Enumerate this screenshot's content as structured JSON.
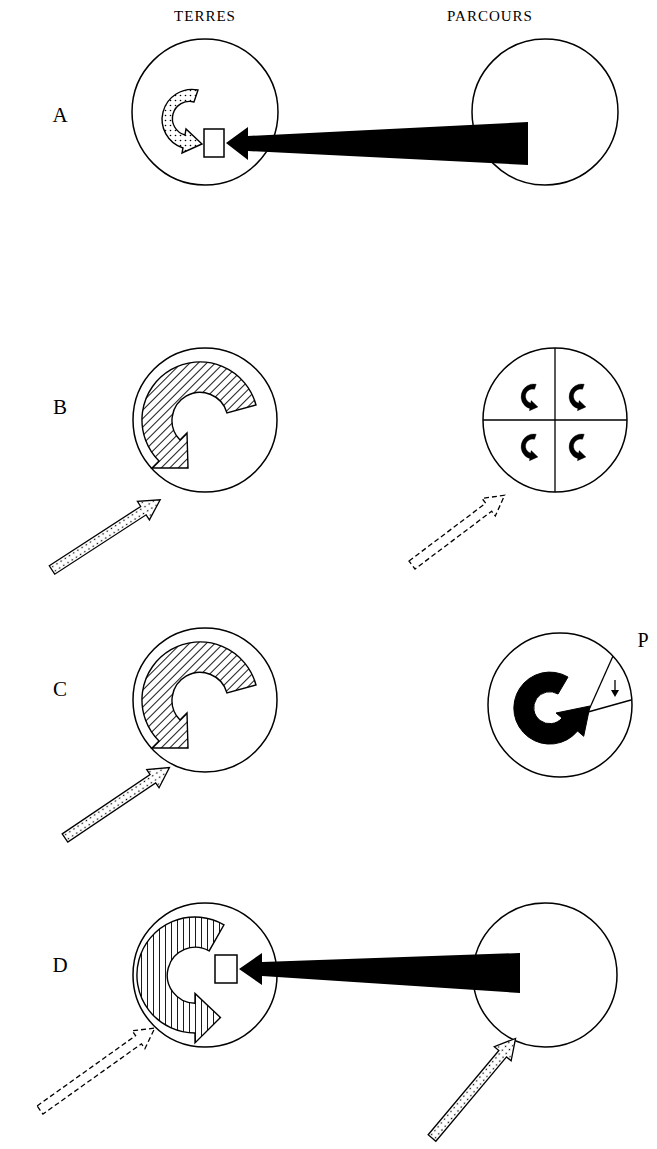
{
  "diagram": {
    "labels": [
      "TERRES",
      "PARCOURS",
      "A",
      "B",
      "C",
      "D",
      "P"
    ]
  }
}
